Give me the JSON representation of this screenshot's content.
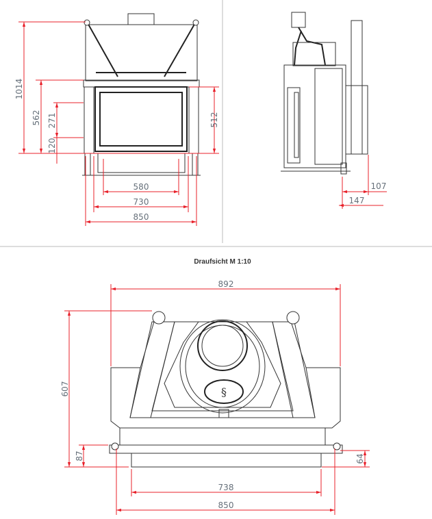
{
  "front_view": {
    "dimensions": {
      "height_total": "1014",
      "height_door_top": "562",
      "glass_height": "271",
      "base_height": "120",
      "door_opening_height": "512",
      "inner_width": "580",
      "opening_width": "730",
      "overall_width": "850"
    }
  },
  "side_view": {
    "dimensions": {
      "depth_small": "107",
      "depth_large": "147"
    }
  },
  "top_view": {
    "title": "Draufsicht M 1:10",
    "dimensions": {
      "overall_width": "892",
      "overall_depth": "607",
      "front_depth_left": "87",
      "front_depth_right": "64",
      "glass_width": "738",
      "frame_width": "850"
    }
  },
  "colors": {
    "dimension": "#e8202a",
    "line": "#333333",
    "text": "#66707a"
  }
}
